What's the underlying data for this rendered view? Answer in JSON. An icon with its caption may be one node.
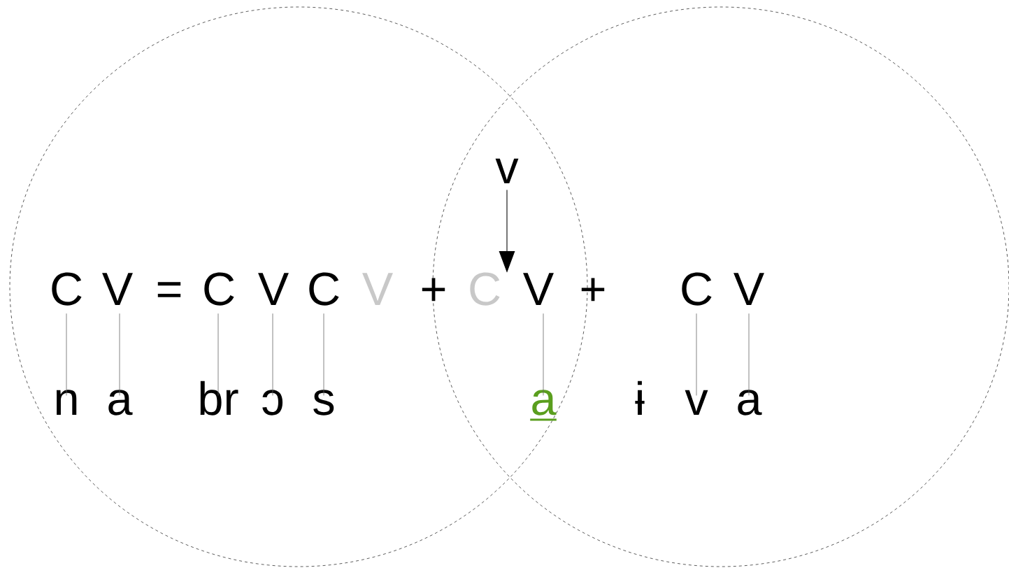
{
  "diagram": {
    "nodes": [
      {
        "text": [
          "v"
        ]
      },
      {
        "text": [
          "C"
        ]
      },
      {
        "text": [
          "V"
        ]
      },
      {
        "text": [
          "C"
        ]
      },
      {
        "text": [
          "V"
        ]
      },
      {
        "text": [
          "C"
        ]
      },
      {
        "text": [
          "V"
        ]
      },
      {
        "text": [
          "C"
        ]
      },
      {
        "text": [
          "V"
        ]
      },
      {
        "text": [
          "C"
        ]
      },
      {
        "text": [
          "V"
        ]
      },
      {
        "text": [
          "n"
        ]
      },
      {
        "text": [
          "a"
        ]
      },
      {
        "text": [
          "br"
        ]
      },
      {
        "text": [
          "ɔ"
        ]
      },
      {
        "text": [
          "s"
        ]
      },
      {
        "text": [
          "a"
        ]
      },
      {
        "text": [
          "v"
        ]
      },
      {
        "text": [
          "a"
        ]
      }
    ],
    "edges": [
      {
        "from": 0,
        "to": 7,
        "arrow": "to",
        "color": "#000000"
      },
      {
        "from": 1,
        "to": 11,
        "arrow": "none"
      },
      {
        "from": 2,
        "to": 12,
        "arrow": "none"
      },
      {
        "from": 3,
        "to": 13,
        "arrow": "none"
      },
      {
        "from": 4,
        "to": 14,
        "arrow": "none"
      },
      {
        "from": 5,
        "to": 15,
        "arrow": "none"
      },
      {
        "from": 8,
        "to": 16,
        "arrow": "none"
      },
      {
        "from": 9,
        "to": 17,
        "arrow": "none"
      },
      {
        "from": 10,
        "to": 18,
        "arrow": "none"
      }
    ],
    "labels": [
      "=",
      "+",
      "+",
      "ɨ"
    ]
  }
}
